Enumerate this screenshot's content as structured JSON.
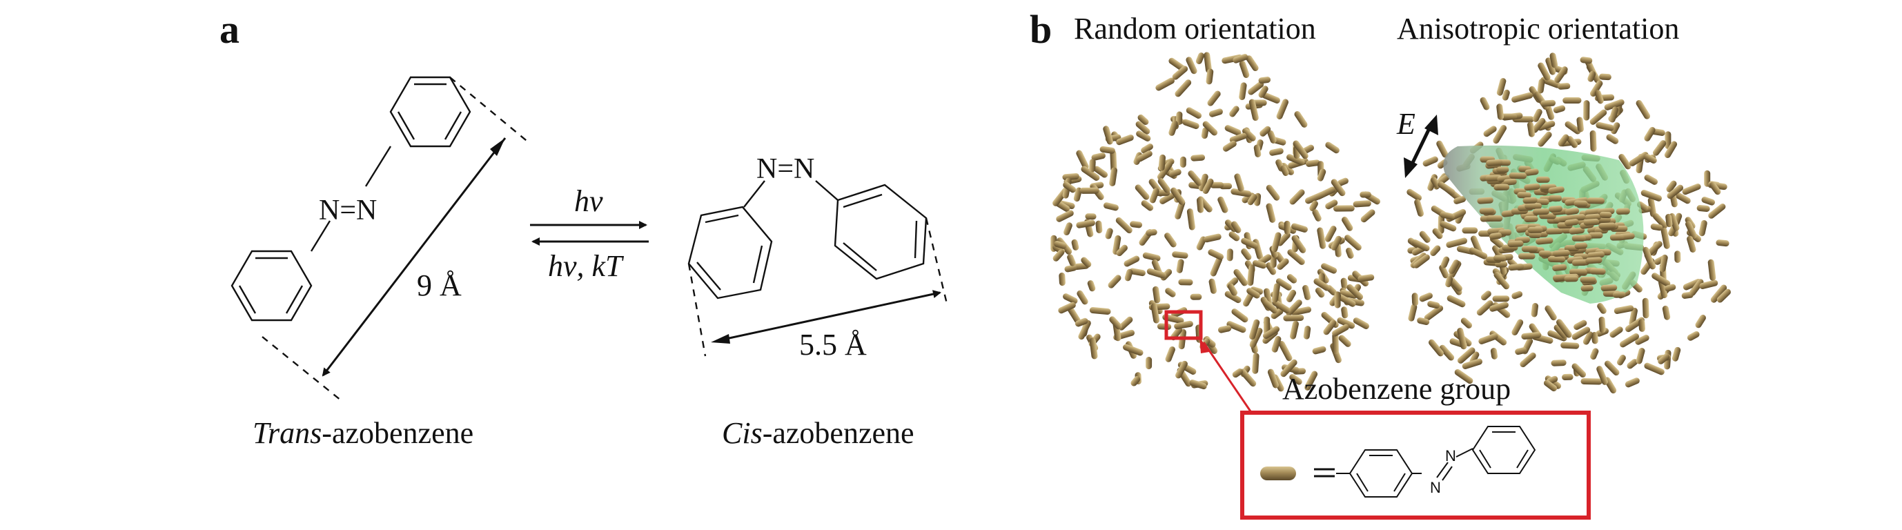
{
  "panel_a": {
    "letter": "a",
    "trans": {
      "atoms": "N=N",
      "distance": "9 Å",
      "name_italic": "Trans",
      "name_rest": "-azobenzene"
    },
    "cis": {
      "atoms": "N=N",
      "distance": "5.5 Å",
      "name_italic": "Cis",
      "name_rest": "-azobenzene"
    },
    "forward": {
      "label": "hν"
    },
    "reverse": {
      "label": "hν, kT"
    }
  },
  "panel_b": {
    "letter": "b",
    "random": {
      "title": "Random orientation"
    },
    "anisotropic": {
      "title": "Anisotropic orientation",
      "field_label": "E"
    },
    "inset": {
      "title": "Azobenzene group",
      "n_upper": "N",
      "n_lower": "N"
    }
  },
  "colors": {
    "rod": "#a38a57",
    "rod_dark": "#5c4a2a",
    "rod_light": "#d9c590",
    "highlight_box": "#d8232a",
    "cone_green": "#7fd18f",
    "cone_gray": "#9aa39c",
    "ink": "#111111"
  }
}
